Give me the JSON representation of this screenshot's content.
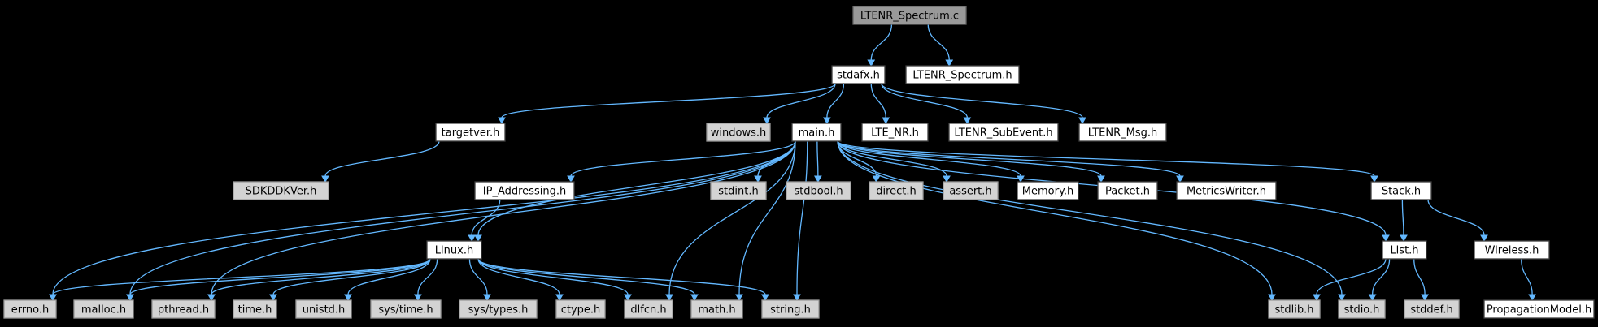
{
  "diagram": {
    "nodes": [
      {
        "id": "ltenr_spectrum_c",
        "label": "LTENR_Spectrum.c",
        "kind": "root"
      },
      {
        "id": "stdafx_h",
        "label": "stdafx.h",
        "kind": "project"
      },
      {
        "id": "ltenr_spectrum_h",
        "label": "LTENR_Spectrum.h",
        "kind": "project"
      },
      {
        "id": "targetver_h",
        "label": "targetver.h",
        "kind": "project"
      },
      {
        "id": "windows_h",
        "label": "windows.h",
        "kind": "system"
      },
      {
        "id": "main_h",
        "label": "main.h",
        "kind": "project"
      },
      {
        "id": "lte_nr_h",
        "label": "LTE_NR.h",
        "kind": "project"
      },
      {
        "id": "ltenr_subevent_h",
        "label": "LTENR_SubEvent.h",
        "kind": "project"
      },
      {
        "id": "ltenr_msg_h",
        "label": "LTENR_Msg.h",
        "kind": "project"
      },
      {
        "id": "sdkddkver_h",
        "label": "SDKDDKVer.h",
        "kind": "system"
      },
      {
        "id": "ip_addressing_h",
        "label": "IP_Addressing.h",
        "kind": "project"
      },
      {
        "id": "stdint_h",
        "label": "stdint.h",
        "kind": "system"
      },
      {
        "id": "stdbool_h",
        "label": "stdbool.h",
        "kind": "system"
      },
      {
        "id": "direct_h",
        "label": "direct.h",
        "kind": "system"
      },
      {
        "id": "assert_h",
        "label": "assert.h",
        "kind": "system"
      },
      {
        "id": "memory_h",
        "label": "Memory.h",
        "kind": "project"
      },
      {
        "id": "packet_h",
        "label": "Packet.h",
        "kind": "project"
      },
      {
        "id": "metricswriter_h",
        "label": "MetricsWriter.h",
        "kind": "project"
      },
      {
        "id": "stack_h",
        "label": "Stack.h",
        "kind": "project"
      },
      {
        "id": "linux_h",
        "label": "Linux.h",
        "kind": "project"
      },
      {
        "id": "list_h",
        "label": "List.h",
        "kind": "project"
      },
      {
        "id": "wireless_h",
        "label": "Wireless.h",
        "kind": "project"
      },
      {
        "id": "errno_h",
        "label": "errno.h",
        "kind": "system"
      },
      {
        "id": "malloc_h",
        "label": "malloc.h",
        "kind": "system"
      },
      {
        "id": "pthread_h",
        "label": "pthread.h",
        "kind": "system"
      },
      {
        "id": "time_h",
        "label": "time.h",
        "kind": "system"
      },
      {
        "id": "unistd_h",
        "label": "unistd.h",
        "kind": "system"
      },
      {
        "id": "sys_time_h",
        "label": "sys/time.h",
        "kind": "system"
      },
      {
        "id": "sys_types_h",
        "label": "sys/types.h",
        "kind": "system"
      },
      {
        "id": "ctype_h",
        "label": "ctype.h",
        "kind": "system"
      },
      {
        "id": "dlfcn_h",
        "label": "dlfcn.h",
        "kind": "system"
      },
      {
        "id": "math_h",
        "label": "math.h",
        "kind": "system"
      },
      {
        "id": "string_h",
        "label": "string.h",
        "kind": "system"
      },
      {
        "id": "stdlib_h",
        "label": "stdlib.h",
        "kind": "system"
      },
      {
        "id": "stdio_h",
        "label": "stdio.h",
        "kind": "system"
      },
      {
        "id": "stddef_h",
        "label": "stddef.h",
        "kind": "system"
      },
      {
        "id": "propagationmodel_h",
        "label": "PropagationModel.h",
        "kind": "project"
      }
    ],
    "edges": [
      [
        "ltenr_spectrum_c",
        "stdafx_h"
      ],
      [
        "ltenr_spectrum_c",
        "ltenr_spectrum_h"
      ],
      [
        "stdafx_h",
        "targetver_h"
      ],
      [
        "stdafx_h",
        "windows_h"
      ],
      [
        "stdafx_h",
        "main_h"
      ],
      [
        "stdafx_h",
        "lte_nr_h"
      ],
      [
        "stdafx_h",
        "ltenr_subevent_h"
      ],
      [
        "stdafx_h",
        "ltenr_msg_h"
      ],
      [
        "targetver_h",
        "sdkddkver_h"
      ],
      [
        "main_h",
        "errno_h"
      ],
      [
        "main_h",
        "ip_addressing_h"
      ],
      [
        "main_h",
        "linux_h"
      ],
      [
        "main_h",
        "malloc_h"
      ],
      [
        "main_h",
        "pthread_h"
      ],
      [
        "main_h",
        "dlfcn_h"
      ],
      [
        "main_h",
        "math_h"
      ],
      [
        "main_h",
        "string_h"
      ],
      [
        "main_h",
        "stdint_h"
      ],
      [
        "main_h",
        "stdbool_h"
      ],
      [
        "main_h",
        "direct_h"
      ],
      [
        "main_h",
        "assert_h"
      ],
      [
        "main_h",
        "memory_h"
      ],
      [
        "main_h",
        "packet_h"
      ],
      [
        "main_h",
        "metricswriter_h"
      ],
      [
        "main_h",
        "stack_h"
      ],
      [
        "main_h",
        "list_h"
      ],
      [
        "main_h",
        "stdlib_h"
      ],
      [
        "main_h",
        "stdio_h"
      ],
      [
        "ip_addressing_h",
        "linux_h"
      ],
      [
        "linux_h",
        "errno_h"
      ],
      [
        "linux_h",
        "malloc_h"
      ],
      [
        "linux_h",
        "pthread_h"
      ],
      [
        "linux_h",
        "time_h"
      ],
      [
        "linux_h",
        "unistd_h"
      ],
      [
        "linux_h",
        "sys_time_h"
      ],
      [
        "linux_h",
        "sys_types_h"
      ],
      [
        "linux_h",
        "ctype_h"
      ],
      [
        "linux_h",
        "dlfcn_h"
      ],
      [
        "linux_h",
        "math_h"
      ],
      [
        "linux_h",
        "string_h"
      ],
      [
        "stack_h",
        "list_h"
      ],
      [
        "stack_h",
        "wireless_h"
      ],
      [
        "list_h",
        "stdlib_h"
      ],
      [
        "list_h",
        "stdio_h"
      ],
      [
        "list_h",
        "stddef_h"
      ],
      [
        "wireless_h",
        "propagationmodel_h"
      ]
    ]
  },
  "colors": {
    "background": "#000000",
    "edge": "#63b8ff",
    "project_fill": "#ffffff",
    "system_fill": "#d3d3d3",
    "root_fill": "#999999"
  }
}
